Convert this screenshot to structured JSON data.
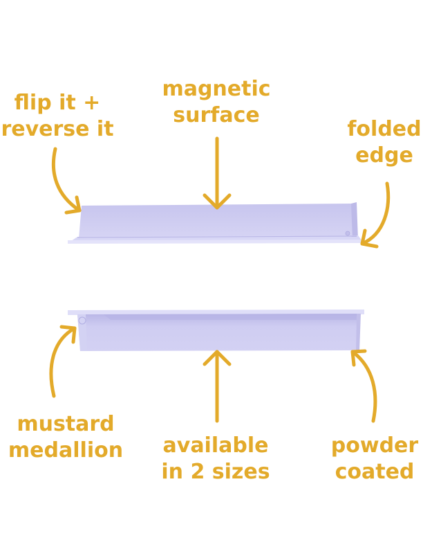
{
  "colors": {
    "label": "#E3AA2A",
    "arrow": "#E3AA2A",
    "shelf_light": "#D9D8F5",
    "shelf_face": "#CBC9F0",
    "shelf_shadow": "#B4B1E3",
    "background": "#FFFFFF"
  },
  "callouts": {
    "flip": {
      "line1": "flip it +",
      "line2": "reverse it"
    },
    "magnetic": {
      "line1": "magnetic",
      "line2": "surface"
    },
    "folded": {
      "line1": "folded",
      "line2": "edge"
    },
    "mustard": {
      "line1": "mustard",
      "line2": "medallion"
    },
    "available": {
      "line1": "available",
      "line2": "in 2 sizes"
    },
    "powder": {
      "line1": "powder",
      "line2": "coated"
    }
  },
  "products": [
    {
      "name": "shelf-top-view",
      "color": "lavender"
    },
    {
      "name": "shelf-bottom-view",
      "color": "lavender"
    }
  ]
}
